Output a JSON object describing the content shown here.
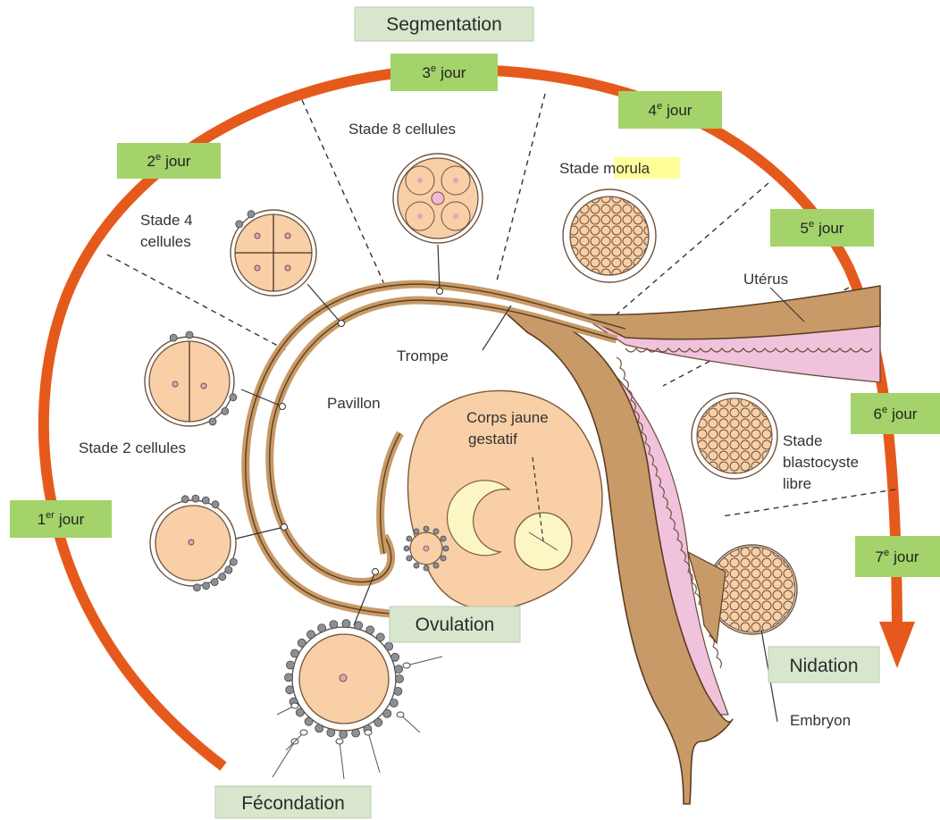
{
  "colors": {
    "arc": "#e55a1c",
    "day_box": "#a3d36a",
    "stage_box": "#d7e6cc",
    "cell_fill": "#f8cfa6",
    "tube_fill": "#c89a67",
    "tube_stroke": "#5b3d22",
    "uterus_pink": "#f0c2dc",
    "corpus_yellow": "#fbf6c4",
    "highlight_yellow": "#ffff99"
  },
  "stages": {
    "segmentation": "Segmentation",
    "ovulation": "Ovulation",
    "nidation": "Nidation",
    "fecondation": "Fécondation"
  },
  "days": {
    "d1": {
      "num": "1",
      "sup": "er",
      "word": "jour"
    },
    "d2": {
      "num": "2",
      "sup": "e",
      "word": "jour"
    },
    "d3": {
      "num": "3",
      "sup": "e",
      "word": "jour"
    },
    "d4": {
      "num": "4",
      "sup": "e",
      "word": "jour"
    },
    "d5": {
      "num": "5",
      "sup": "e",
      "word": "jour"
    },
    "d6": {
      "num": "6",
      "sup": "e",
      "word": "jour"
    },
    "d7": {
      "num": "7",
      "sup": "e",
      "word": "jour"
    }
  },
  "labels": {
    "stade8": "Stade 8 cellules",
    "stade4_line1": "Stade 4",
    "stade4_line2": "cellules",
    "stade2": "Stade 2 cellules",
    "morula_prefix": "Stade ",
    "morula_word": "morula",
    "uterus": "Utérus",
    "trompe": "Trompe",
    "pavillon": "Pavillon",
    "corps_line1": "Corps jaune",
    "corps_line2": "gestatif",
    "blasto_line1": "Stade",
    "blasto_line2": "blastocyste",
    "blasto_line3": "libre",
    "embryon": "Embryon"
  }
}
